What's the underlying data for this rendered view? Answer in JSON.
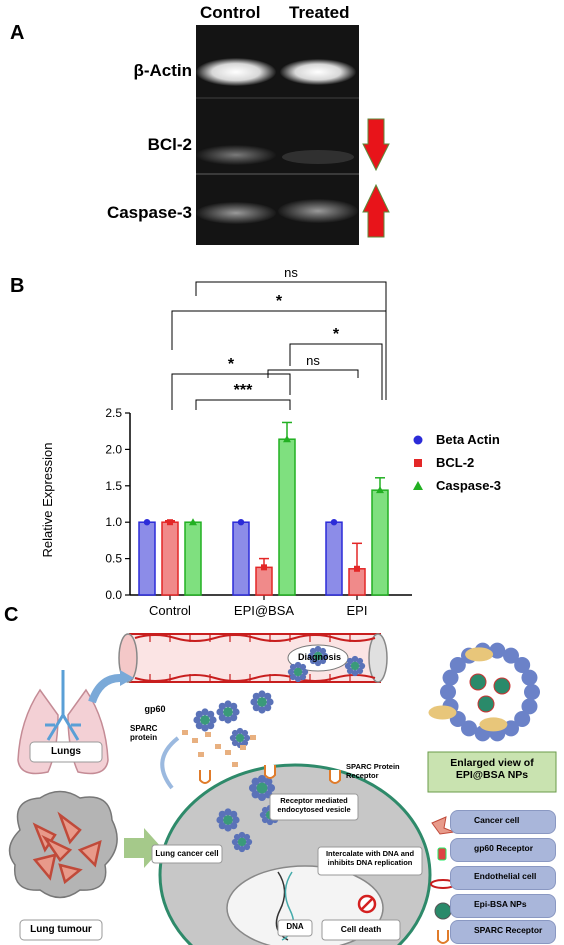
{
  "panel_a": {
    "letter": "A",
    "columns": [
      "Control",
      "Treated"
    ],
    "rows": [
      {
        "label": "β-Actin",
        "arrow": ""
      },
      {
        "label": "BCl-2",
        "arrow": "down"
      },
      {
        "label": "Caspase-3",
        "arrow": "up"
      }
    ],
    "arrow_color": "#e8141a"
  },
  "panel_b": {
    "letter": "B",
    "significance": [
      "ns",
      "*",
      "*",
      "ns",
      "*",
      "***"
    ]
  },
  "chart_data": {
    "type": "bar",
    "categories": [
      "Control",
      "EPI@BSA",
      "EPI"
    ],
    "series": [
      {
        "name": "Beta Actin",
        "values": [
          1.0,
          1.0,
          1.0
        ],
        "errors": [
          0.0,
          0.0,
          0.0
        ],
        "color": "#2b2bd8",
        "fill": "#8c8ce8",
        "marker": "circle"
      },
      {
        "name": "BCL-2",
        "values": [
          1.0,
          0.38,
          0.36
        ],
        "errors": [
          0.02,
          0.12,
          0.35
        ],
        "color": "#e32727",
        "fill": "#f08a8a",
        "marker": "square"
      },
      {
        "name": "Caspase-3",
        "values": [
          1.0,
          2.14,
          1.44
        ],
        "errors": [
          0.0,
          0.23,
          0.17
        ],
        "color": "#22b022",
        "fill": "#7fe07f",
        "marker": "triangle"
      }
    ],
    "ylabel": "Relative Expression",
    "ylim": [
      0,
      2.5
    ],
    "yticks": [
      "0.0",
      "0.5",
      "1.0",
      "1.5",
      "2.0",
      "2.5"
    ],
    "legend": "right"
  },
  "panel_c": {
    "letter": "C",
    "labels": {
      "diagnosis": "Diagnosis",
      "gp60": "gp60",
      "sparc_protein": "SPARC protein",
      "sparc_receptor": "SPARC Protein Receptor",
      "lungs": "Lungs",
      "lung_tumour": "Lung tumour",
      "receptor_vesicle": "Receptor mediated endocytosed vesicle",
      "lung_cancer_cell": "Lung cancer cell",
      "intercalate": "Intercalate with DNA and inhibits DNA replication",
      "dna": "DNA",
      "cell_death": "Cell death",
      "enlarged": "Enlarged view of EPI@BSA NPs"
    },
    "legend": [
      "Cancer cell",
      "gp60 Receptor",
      "Endothelial cell",
      "Epi-BSA NPs",
      "SPARC Receptor"
    ]
  }
}
